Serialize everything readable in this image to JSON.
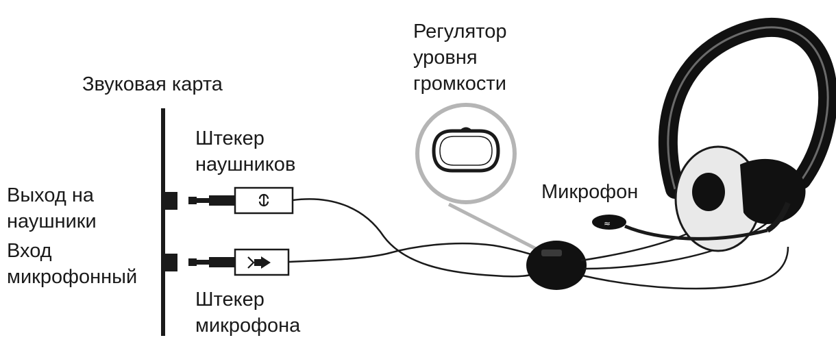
{
  "labels": {
    "sound_card": "Звуковая карта",
    "headphone_plug": [
      "Штекер",
      "наушников"
    ],
    "headphone_out": [
      "Выход на",
      "наушники"
    ],
    "mic_in": [
      "Вход",
      "микрофонный"
    ],
    "mic_plug": [
      "Штекер",
      "микрофона"
    ],
    "volume_control": [
      "Регулятор",
      "уровня",
      "громкости"
    ],
    "microphone": "Микрофон"
  },
  "colors": {
    "ink": "#1a1a1a",
    "magnifier_ring": "#b5b5b5",
    "background": "#ffffff"
  },
  "icons": {
    "headphone_plug_symbol": "headphone-symbol-icon",
    "mic_plug_symbol": "microphone-symbol-icon"
  }
}
